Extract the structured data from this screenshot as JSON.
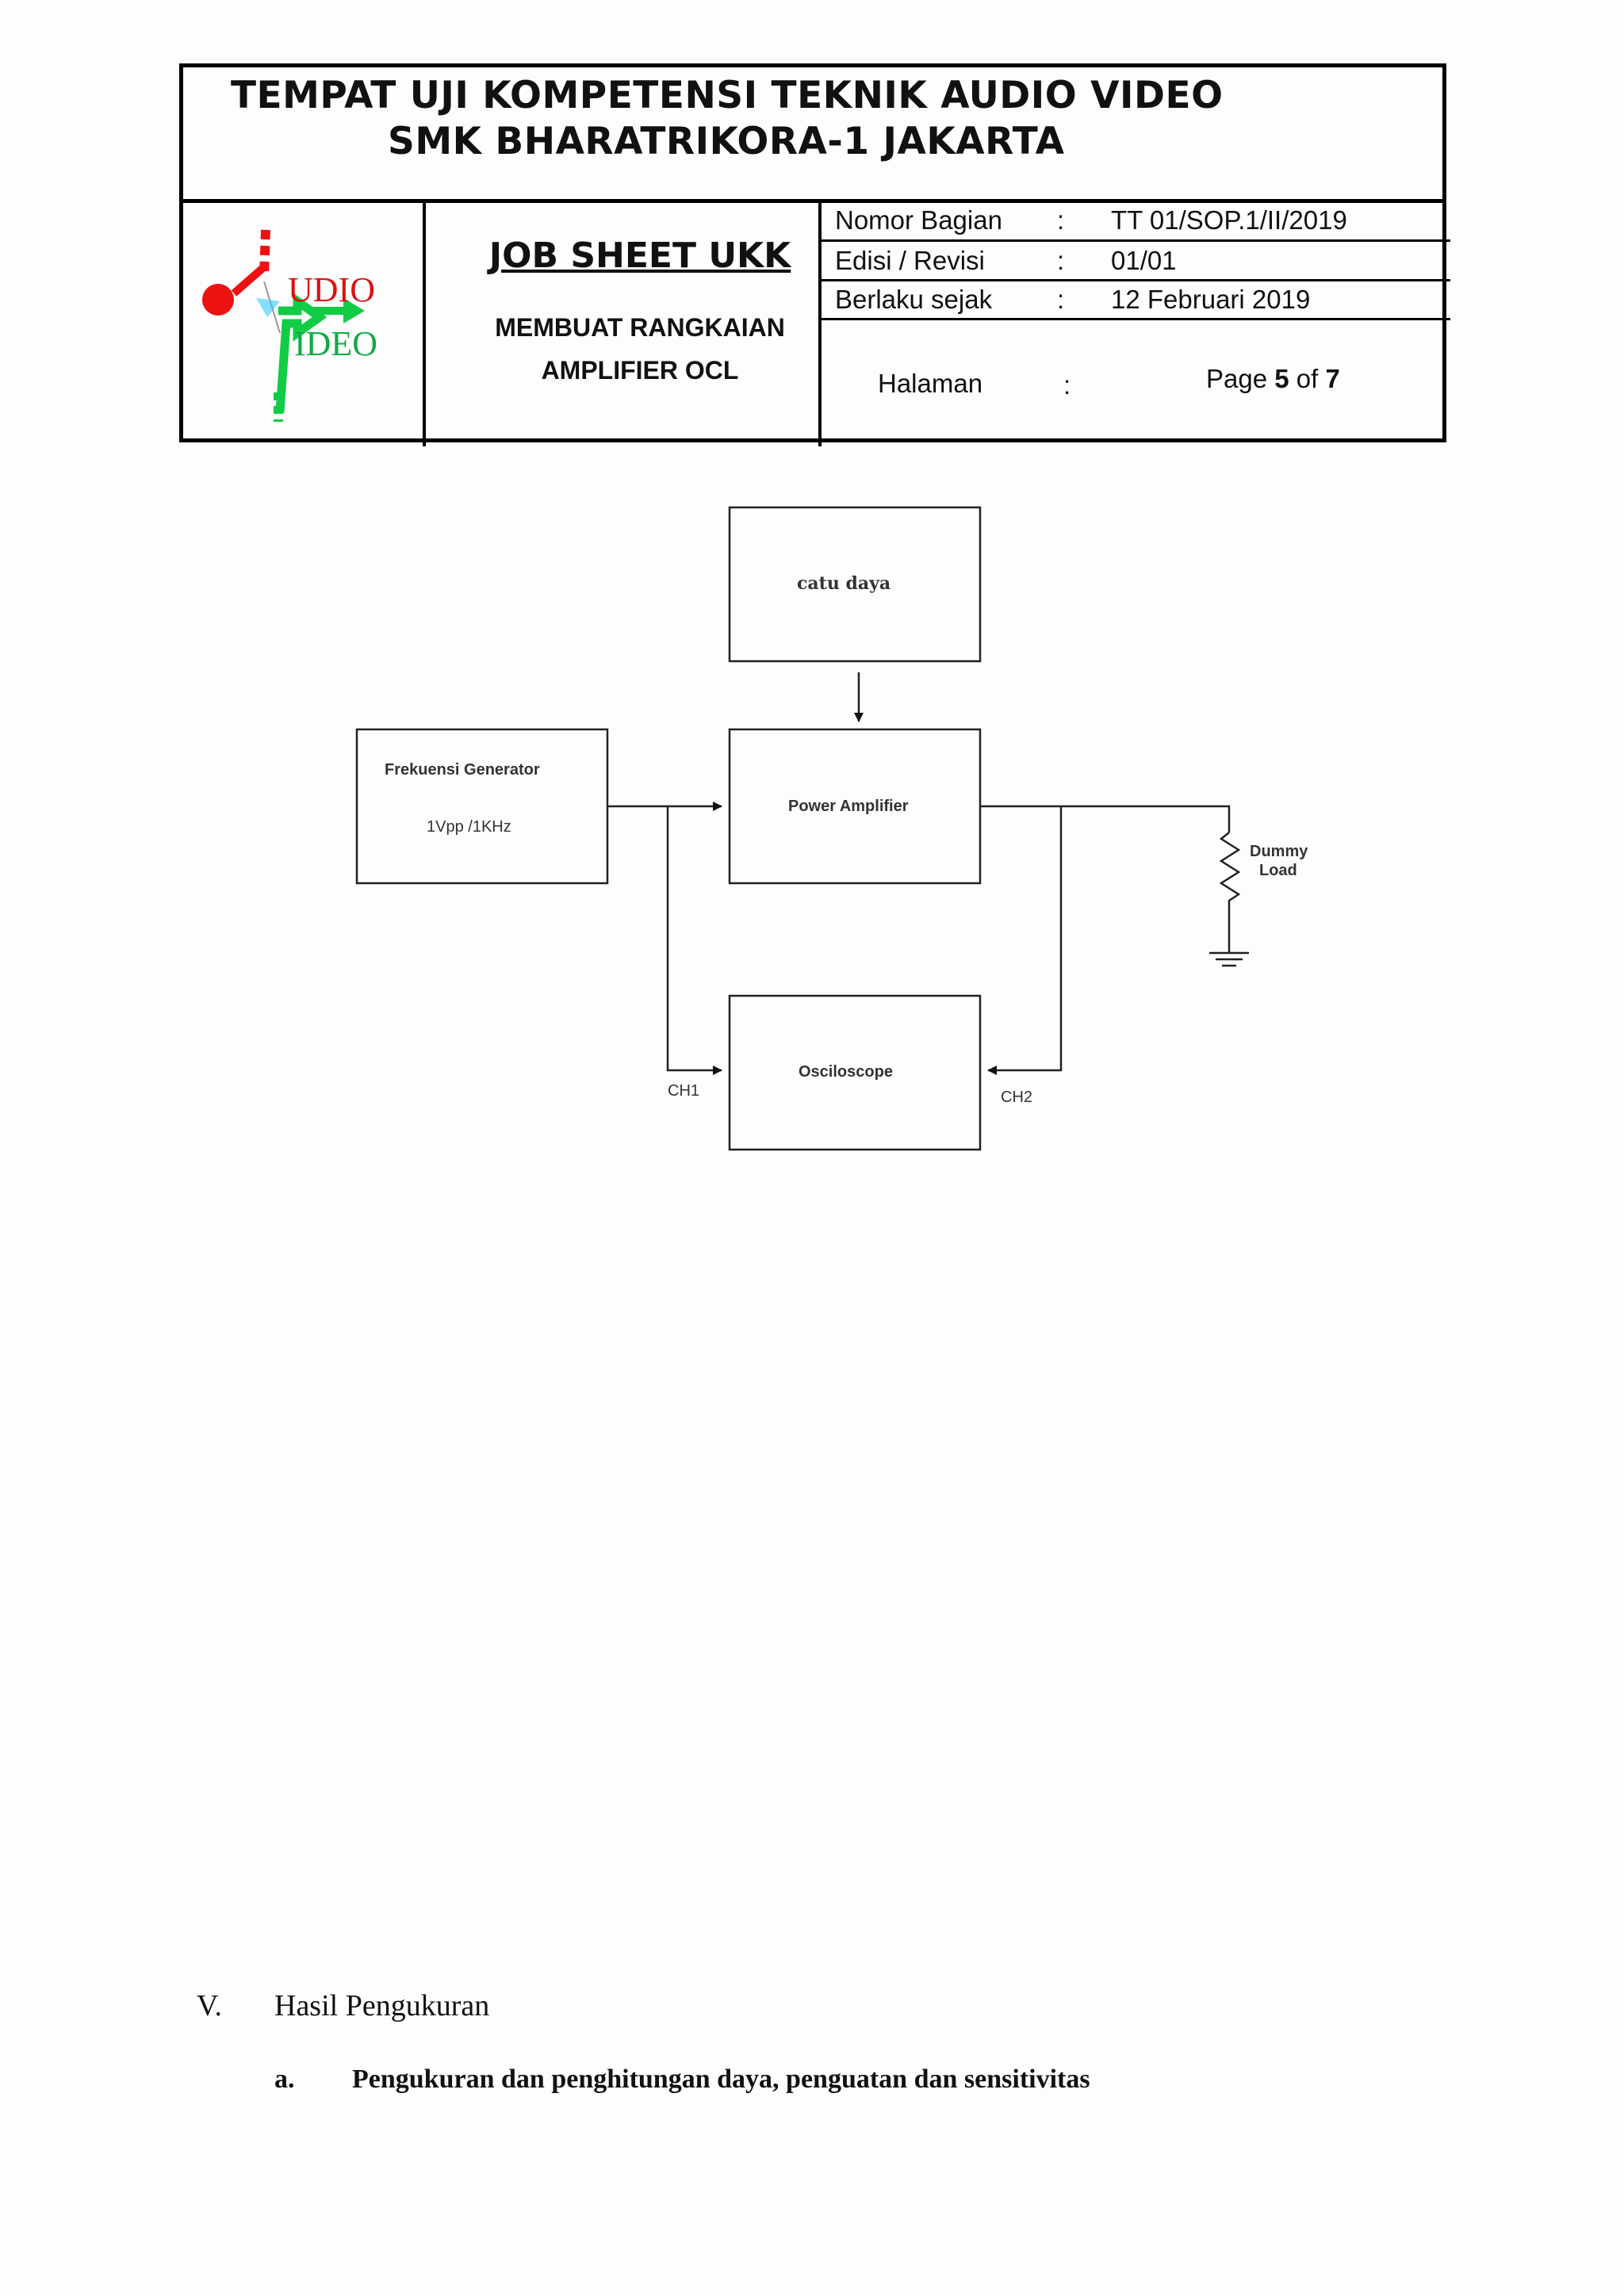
{
  "header": {
    "title_line1": "TEMPAT UJI KOMPETENSI TEKNIK AUDIO VIDEO",
    "title_line2": "SMK BHARATRIKORA-1 JAKARTA",
    "job_sheet": "JOB SHEET UKK",
    "subtitle_line1": "MEMBUAT RANGKAIAN",
    "subtitle_line2": "AMPLIFIER OCL",
    "logo_text_top": "UDIO",
    "logo_text_bottom": "IDEO",
    "meta": {
      "nomor_label": "Nomor   Bagian",
      "nomor_value": "TT 01/SOP.1/II/2019",
      "edisi_label": "Edisi / Revisi",
      "edisi_value": "01/01",
      "berlaku_label": "Berlaku  sejak",
      "berlaku_value": "12 Februari 2019",
      "halaman_label": "Halaman",
      "colon": ":",
      "page_word": "Page",
      "page_current": "5",
      "page_of": "of",
      "page_total": "7"
    }
  },
  "diagram": {
    "catu_daya": "catu daya",
    "freq_gen_title": "Frekuensi Generator",
    "freq_gen_spec": "1Vpp /1KHz",
    "power_amp": "Power Amplifier",
    "osciloscope": "Osciloscope",
    "dummy_line1": "Dummy",
    "dummy_line2": "Load",
    "ch1": "CH1",
    "ch2": "CH2"
  },
  "section": {
    "number": "V.",
    "title": "Hasil  Pengukuran",
    "sub_letter": "a.",
    "sub_title": "Pengukuran dan penghitungan daya, penguatan dan sensitivitas"
  }
}
